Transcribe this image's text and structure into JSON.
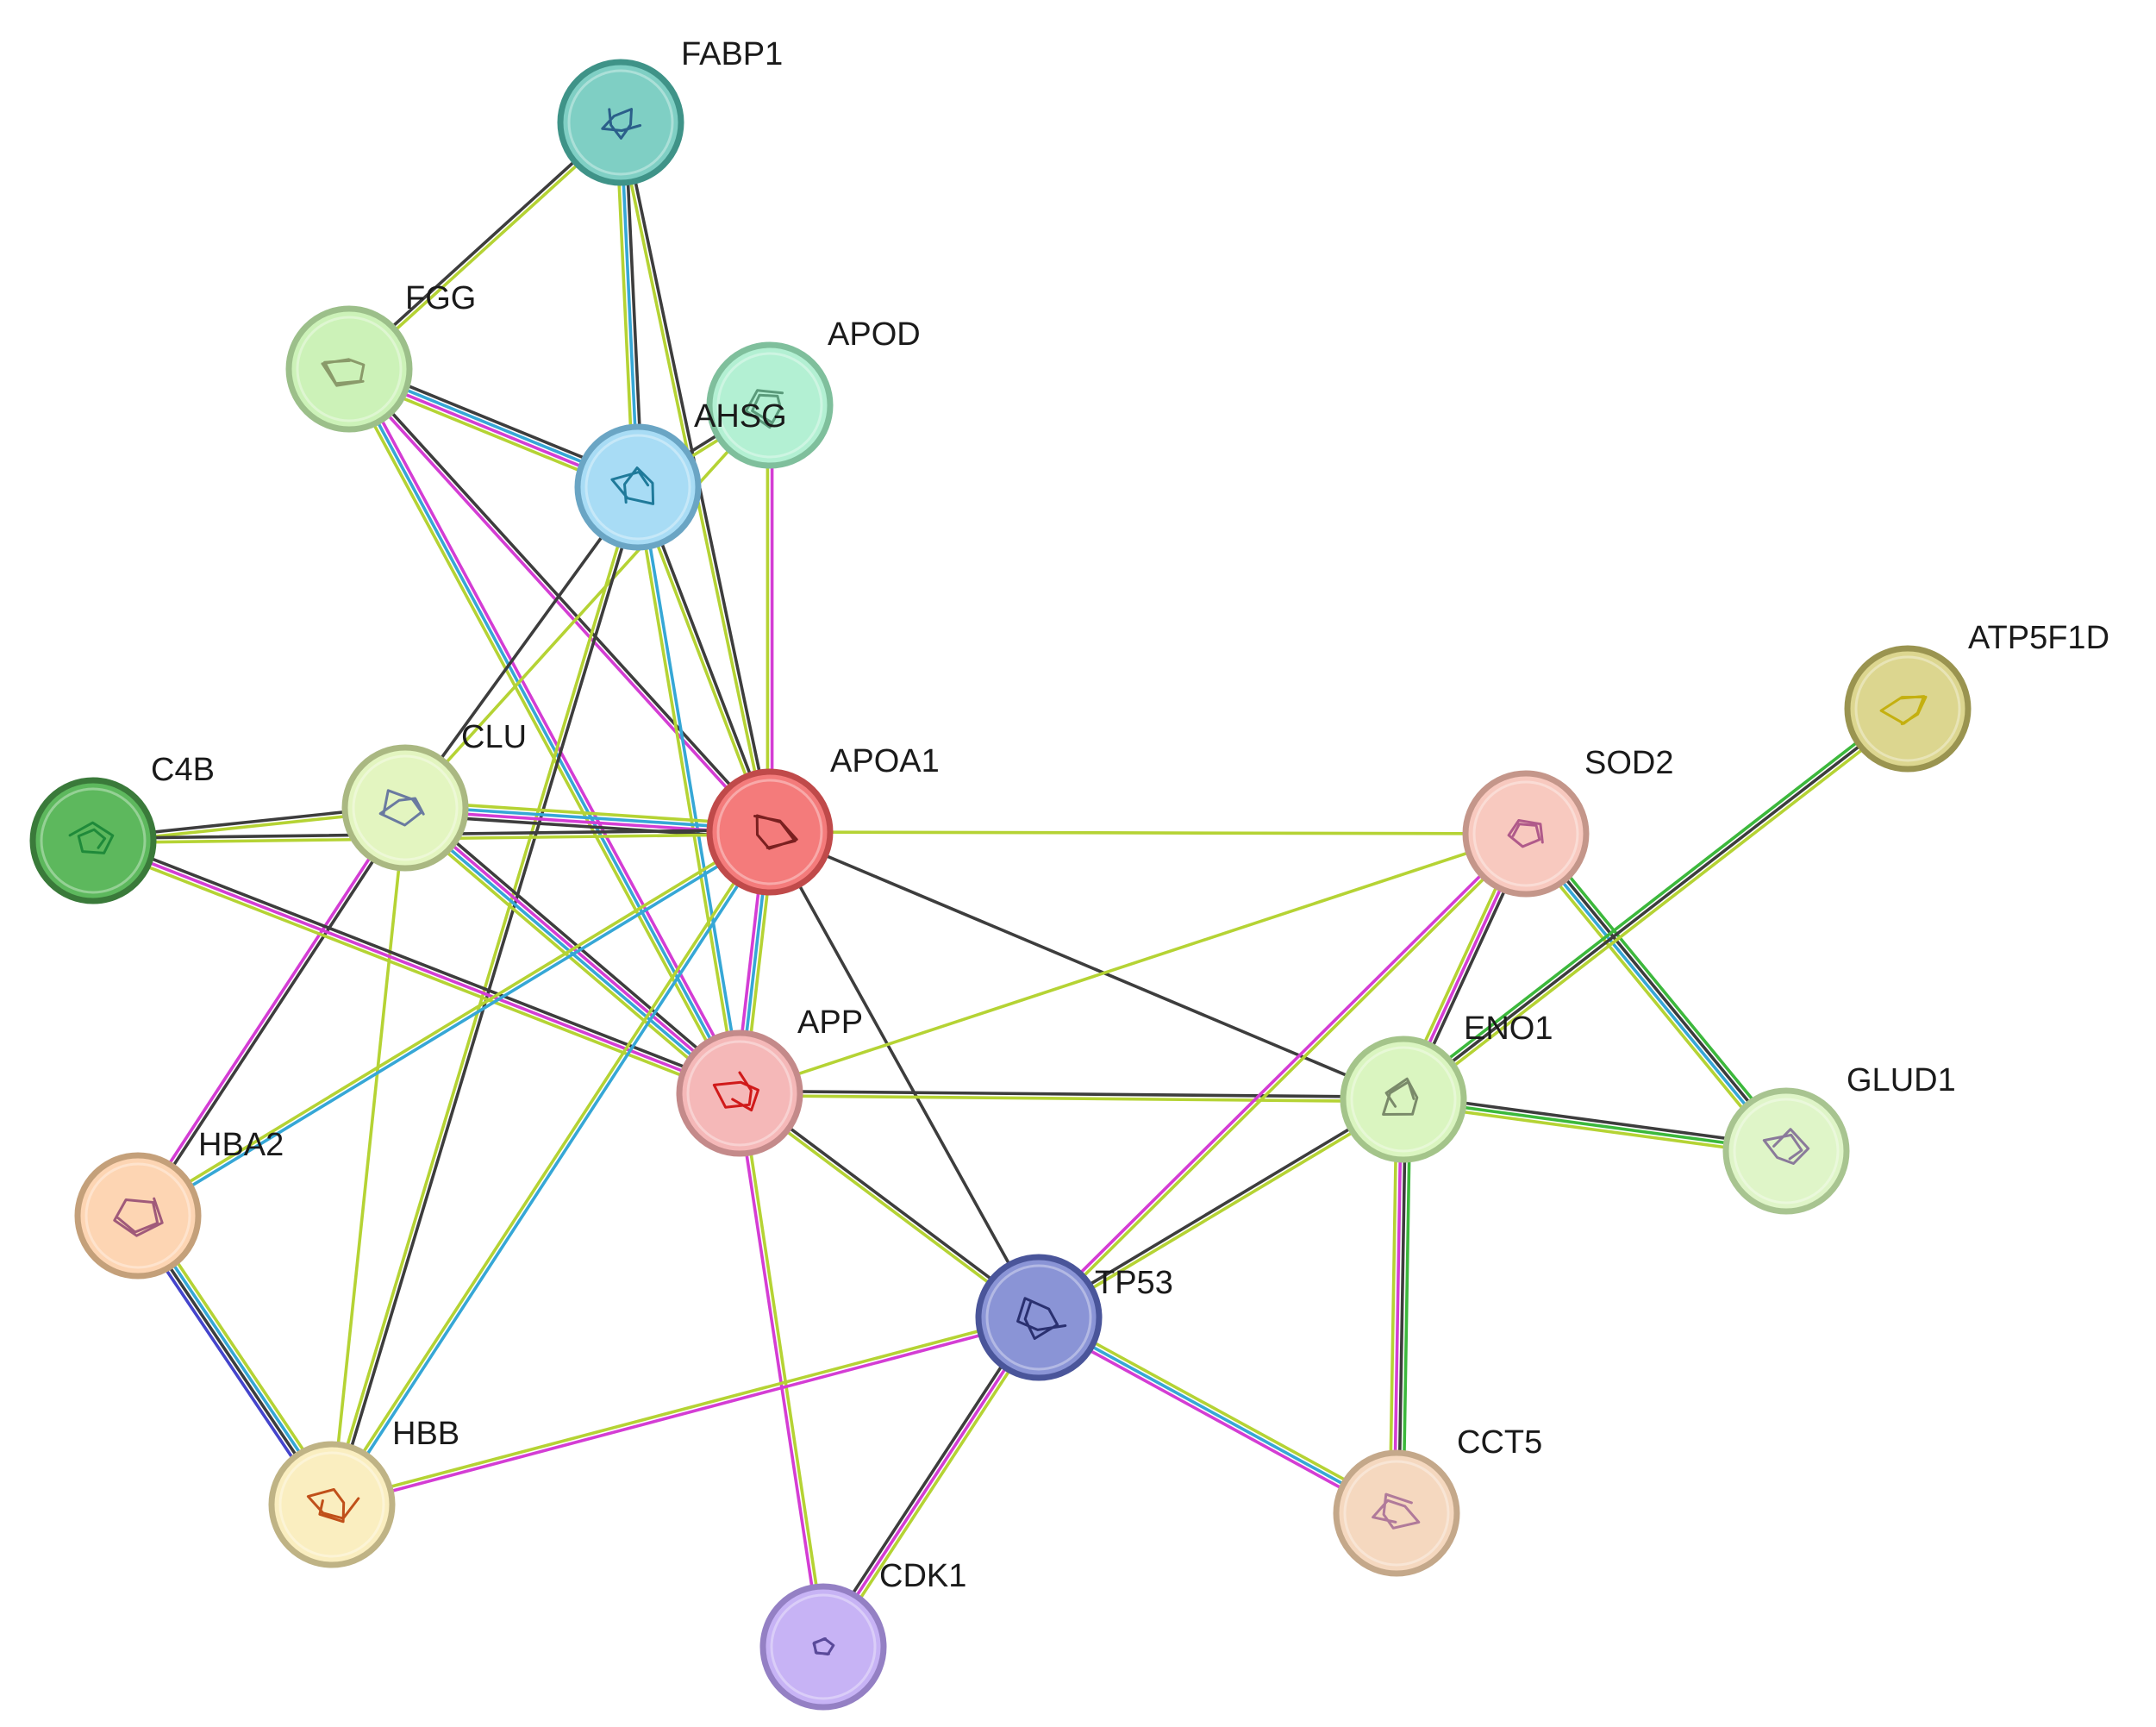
{
  "network": {
    "nodes": [
      {
        "id": "FABP1",
        "label": "FABP1",
        "fill": "#7fcfc4",
        "stroke": "#3f9388",
        "glyph": "#2b5f8a"
      },
      {
        "id": "FGG",
        "label": "FGG",
        "fill": "#ccf2b8",
        "stroke": "#9cbf8a",
        "glyph": "#8a9a6a"
      },
      {
        "id": "APOD",
        "label": "APOD",
        "fill": "#b3f0d3",
        "stroke": "#7fbf9c",
        "glyph": "#5a9a7a"
      },
      {
        "id": "AHSG",
        "label": "AHSG",
        "fill": "#a8dcf5",
        "stroke": "#6aa5c4",
        "glyph": "#1f7a9a"
      },
      {
        "id": "CLU",
        "label": "CLU",
        "fill": "#e3f5c0",
        "stroke": "#aab882",
        "glyph": "#6a7aa0"
      },
      {
        "id": "C4B",
        "label": "C4B",
        "fill": "#5db85d",
        "stroke": "#3a7a3a",
        "glyph": "#1f8a3a"
      },
      {
        "id": "APOA1",
        "label": "APOA1",
        "fill": "#f47b7b",
        "stroke": "#c04a4a",
        "glyph": "#7a2020"
      },
      {
        "id": "APP",
        "label": "APP",
        "fill": "#f5b8b8",
        "stroke": "#c48a8a",
        "glyph": "#d01a1a"
      },
      {
        "id": "HBA2",
        "label": "HBA2",
        "fill": "#fdd5b3",
        "stroke": "#c4a07a",
        "glyph": "#a05a7a"
      },
      {
        "id": "HBB",
        "label": "HBB",
        "fill": "#faeec0",
        "stroke": "#bfb385",
        "glyph": "#c0501a"
      },
      {
        "id": "TP53",
        "label": "TP53",
        "fill": "#8a94d6",
        "stroke": "#4a559a",
        "glyph": "#2a3070"
      },
      {
        "id": "CDK1",
        "label": "CDK1",
        "fill": "#c7b3f5",
        "stroke": "#9480c4",
        "glyph": "#5a4a9a"
      },
      {
        "id": "CCT5",
        "label": "CCT5",
        "fill": "#f5d8bf",
        "stroke": "#c4a88a",
        "glyph": "#b07a9a"
      },
      {
        "id": "ENO1",
        "label": "ENO1",
        "fill": "#daf5c0",
        "stroke": "#a4c48a",
        "glyph": "#7a8a6a"
      },
      {
        "id": "SOD2",
        "label": "SOD2",
        "fill": "#f8c9bf",
        "stroke": "#c4968a",
        "glyph": "#b05a8a"
      },
      {
        "id": "GLUD1",
        "label": "GLUD1",
        "fill": "#dff5c8",
        "stroke": "#a8c490",
        "glyph": "#8a7a9a"
      },
      {
        "id": "ATP5F1D",
        "label": "ATP5F1D",
        "fill": "#dcd68f",
        "stroke": "#9a9450",
        "glyph": "#c4b010"
      }
    ],
    "edge_colors": {
      "yellowgreen": "#b5d334",
      "black": "#3d3d3d",
      "cyan": "#36a7d6",
      "magenta": "#d43dd4",
      "green": "#3cb83c",
      "blue": "#4444cc"
    },
    "edges": [
      {
        "source": "FABP1",
        "target": "FGG",
        "colors": [
          "yellowgreen",
          "black"
        ]
      },
      {
        "source": "FABP1",
        "target": "AHSG",
        "colors": [
          "black",
          "cyan",
          "yellowgreen"
        ]
      },
      {
        "source": "FABP1",
        "target": "APOA1",
        "colors": [
          "black",
          "yellowgreen"
        ]
      },
      {
        "source": "FGG",
        "target": "AHSG",
        "colors": [
          "black",
          "cyan",
          "magenta",
          "yellowgreen"
        ]
      },
      {
        "source": "FGG",
        "target": "APOA1",
        "colors": [
          "black",
          "magenta"
        ]
      },
      {
        "source": "FGG",
        "target": "APP",
        "colors": [
          "magenta",
          "cyan",
          "yellowgreen"
        ]
      },
      {
        "source": "APOD",
        "target": "AHSG",
        "colors": [
          "yellowgreen",
          "black"
        ]
      },
      {
        "source": "APOD",
        "target": "APOA1",
        "colors": [
          "magenta",
          "yellowgreen"
        ]
      },
      {
        "source": "APOD",
        "target": "CLU",
        "colors": [
          "yellowgreen"
        ]
      },
      {
        "source": "AHSG",
        "target": "APOA1",
        "colors": [
          "black",
          "yellowgreen"
        ]
      },
      {
        "source": "AHSG",
        "target": "APP",
        "colors": [
          "cyan",
          "yellowgreen"
        ]
      },
      {
        "source": "AHSG",
        "target": "CLU",
        "colors": [
          "black"
        ]
      },
      {
        "source": "AHSG",
        "target": "HBB",
        "colors": [
          "black",
          "yellowgreen"
        ]
      },
      {
        "source": "CLU",
        "target": "C4B",
        "colors": [
          "yellowgreen",
          "black"
        ]
      },
      {
        "source": "CLU",
        "target": "APOA1",
        "colors": [
          "yellowgreen",
          "cyan",
          "magenta",
          "black"
        ]
      },
      {
        "source": "CLU",
        "target": "APP",
        "colors": [
          "black",
          "magenta",
          "cyan",
          "yellowgreen"
        ]
      },
      {
        "source": "CLU",
        "target": "HBA2",
        "colors": [
          "black",
          "magenta"
        ]
      },
      {
        "source": "CLU",
        "target": "HBB",
        "colors": [
          "yellowgreen"
        ]
      },
      {
        "source": "C4B",
        "target": "APOA1",
        "colors": [
          "black",
          "yellowgreen"
        ]
      },
      {
        "source": "C4B",
        "target": "APP",
        "colors": [
          "black",
          "magenta",
          "yellowgreen"
        ]
      },
      {
        "source": "APOA1",
        "target": "APP",
        "colors": [
          "yellowgreen",
          "cyan",
          "magenta"
        ]
      },
      {
        "source": "APOA1",
        "target": "HBA2",
        "colors": [
          "cyan",
          "yellowgreen"
        ]
      },
      {
        "source": "APOA1",
        "target": "HBB",
        "colors": [
          "cyan",
          "yellowgreen"
        ]
      },
      {
        "source": "APOA1",
        "target": "SOD2",
        "colors": [
          "yellowgreen"
        ]
      },
      {
        "source": "APOA1",
        "target": "ENO1",
        "colors": [
          "black"
        ]
      },
      {
        "source": "APOA1",
        "target": "TP53",
        "colors": [
          "black"
        ]
      },
      {
        "source": "APP",
        "target": "ENO1",
        "colors": [
          "black",
          "yellowgreen"
        ]
      },
      {
        "source": "APP",
        "target": "SOD2",
        "colors": [
          "yellowgreen"
        ]
      },
      {
        "source": "APP",
        "target": "TP53",
        "colors": [
          "black",
          "yellowgreen"
        ]
      },
      {
        "source": "APP",
        "target": "CDK1",
        "colors": [
          "yellowgreen",
          "magenta"
        ]
      },
      {
        "source": "HBA2",
        "target": "HBB",
        "colors": [
          "yellowgreen",
          "cyan",
          "black",
          "blue"
        ]
      },
      {
        "source": "HBB",
        "target": "TP53",
        "colors": [
          "yellowgreen",
          "magenta"
        ]
      },
      {
        "source": "TP53",
        "target": "CDK1",
        "colors": [
          "yellowgreen",
          "magenta",
          "black"
        ]
      },
      {
        "source": "TP53",
        "target": "CCT5",
        "colors": [
          "yellowgreen",
          "cyan",
          "magenta"
        ]
      },
      {
        "source": "TP53",
        "target": "SOD2",
        "colors": [
          "magenta",
          "yellowgreen"
        ]
      },
      {
        "source": "TP53",
        "target": "ENO1",
        "colors": [
          "black",
          "yellowgreen"
        ]
      },
      {
        "source": "SOD2",
        "target": "ENO1",
        "colors": [
          "black",
          "magenta",
          "yellowgreen"
        ]
      },
      {
        "source": "SOD2",
        "target": "GLUD1",
        "colors": [
          "green",
          "black",
          "cyan",
          "yellowgreen"
        ]
      },
      {
        "source": "ENO1",
        "target": "GLUD1",
        "colors": [
          "black",
          "green",
          "yellowgreen"
        ]
      },
      {
        "source": "ENO1",
        "target": "CCT5",
        "colors": [
          "green",
          "black",
          "magenta",
          "yellowgreen"
        ]
      },
      {
        "source": "ENO1",
        "target": "ATP5F1D",
        "colors": [
          "green",
          "black",
          "yellowgreen"
        ]
      }
    ]
  }
}
